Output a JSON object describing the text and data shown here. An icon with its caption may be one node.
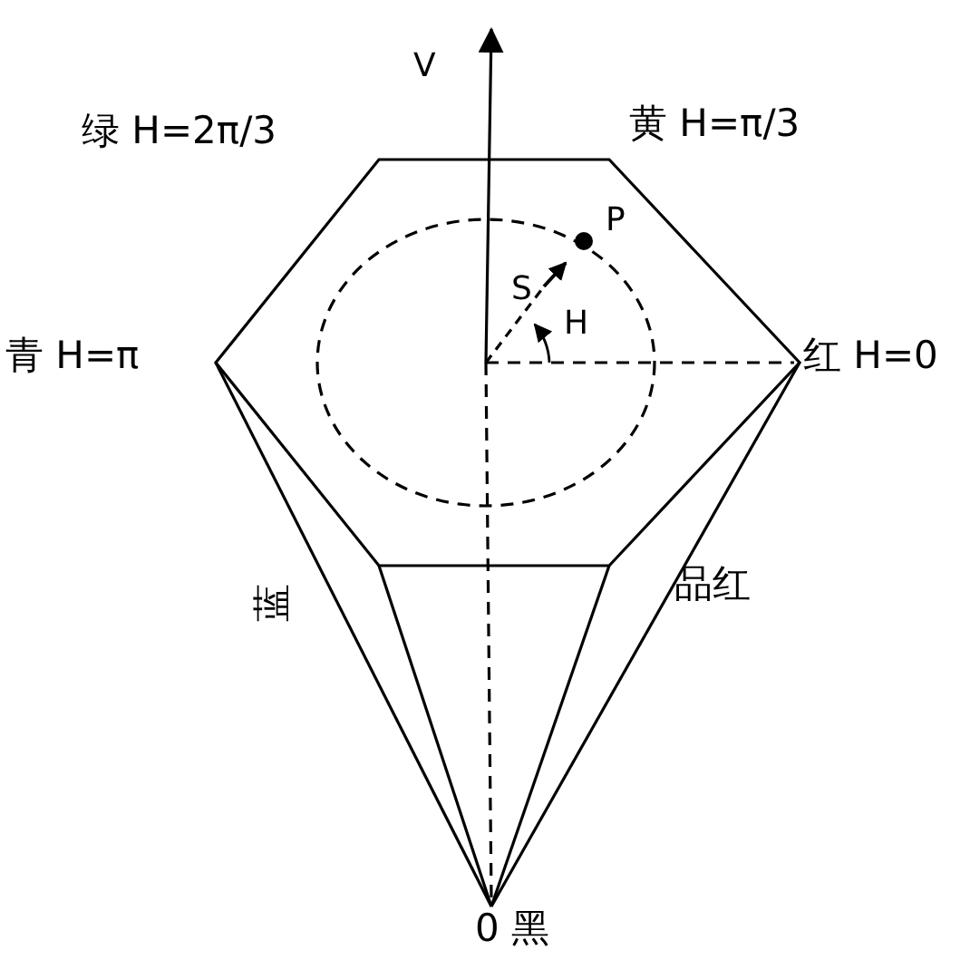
{
  "diagram": {
    "labels": [
      "V",
      "绿 H=2π/3",
      "黄 H=π/3",
      "P",
      "S",
      "H",
      "青 H=π",
      "红 H=0",
      "蓝",
      "品红",
      "0 黑"
    ]
  }
}
